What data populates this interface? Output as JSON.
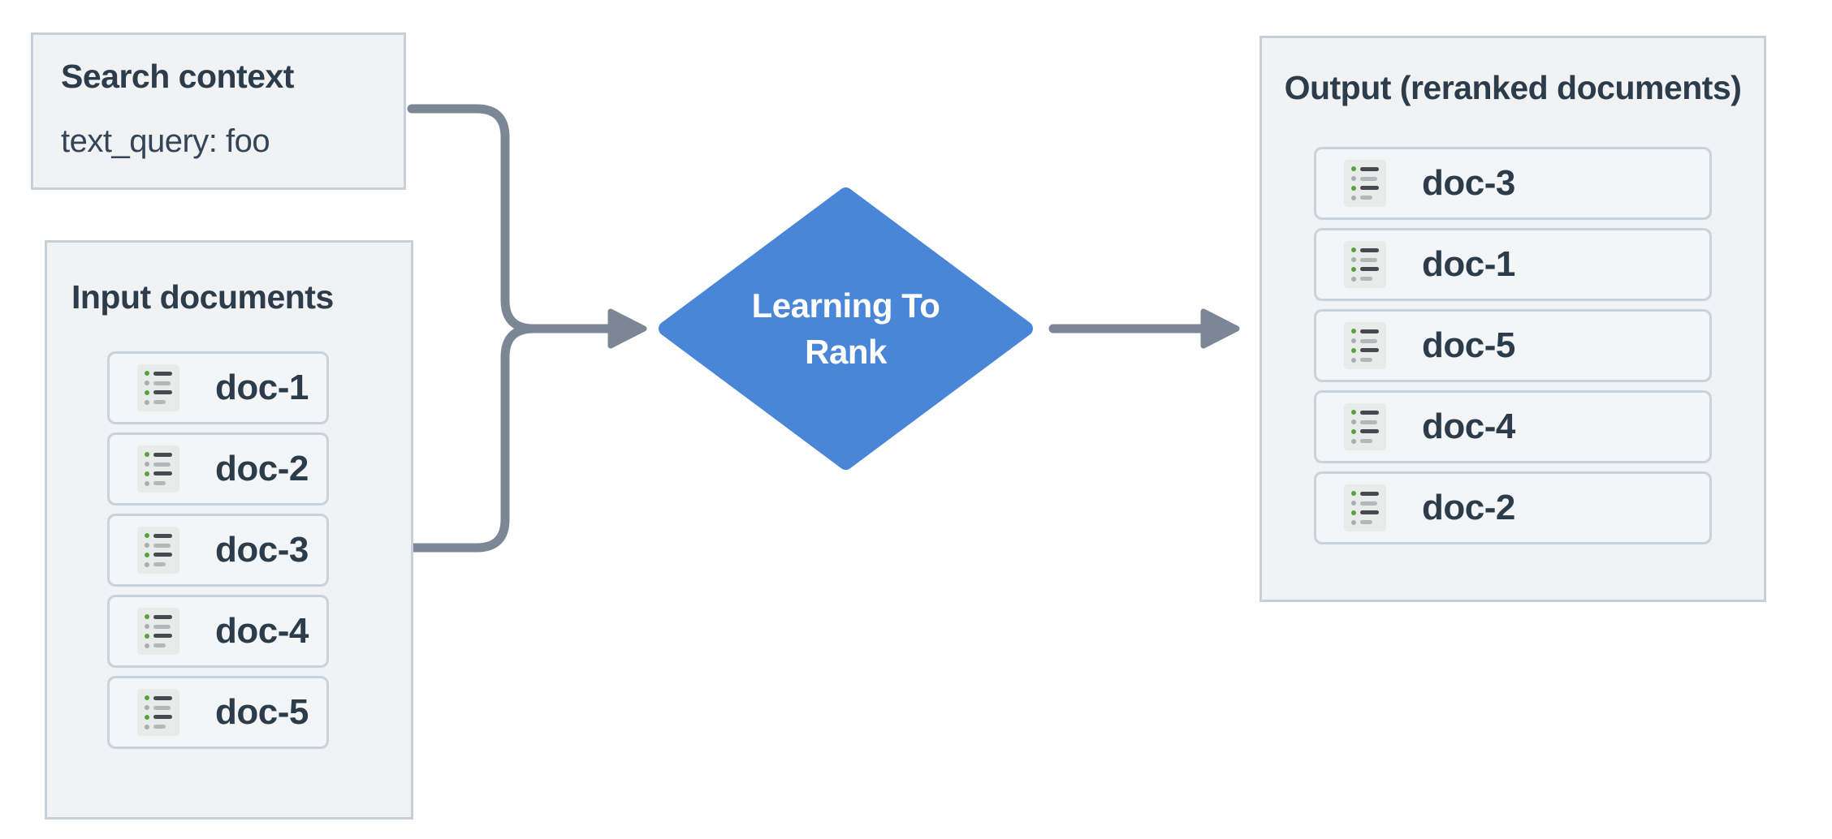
{
  "search_context": {
    "title": "Search context",
    "query": "text_query: foo"
  },
  "input_documents": {
    "title": "Input documents",
    "docs": [
      "doc-1",
      "doc-2",
      "doc-3",
      "doc-4",
      "doc-5"
    ]
  },
  "process": {
    "label_line1": "Learning To",
    "label_line2": "Rank"
  },
  "output_documents": {
    "title": "Output (reranked documents)",
    "docs": [
      "doc-3",
      "doc-1",
      "doc-5",
      "doc-4",
      "doc-2"
    ]
  },
  "icons": {
    "doc_icon_name": "document-list-icon"
  },
  "colors": {
    "diamond_blue": "#4a86d8",
    "connector_gray": "#7b8794",
    "panel_background": "#f0f2f4",
    "panel_border": "#c7d0d9",
    "card_border": "#c9d2db",
    "text_dark": "#2d3c4b",
    "icon_green": "#57a33e"
  }
}
